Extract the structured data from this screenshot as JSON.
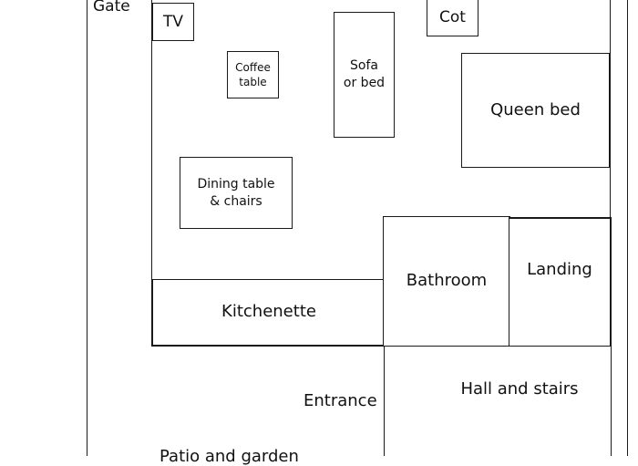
{
  "plan": {
    "labels": {
      "gate": "Gate",
      "tv": "TV",
      "cot": "Cot",
      "coffee_table_line1": "Coffee",
      "coffee_table_line2": "table",
      "sofa_line1": "Sofa",
      "sofa_line2": "or bed",
      "queen_bed": "Queen bed",
      "dining_line1": "Dining table",
      "dining_line2": "& chairs",
      "kitchenette": "Kitchenette",
      "bathroom": "Bathroom",
      "landing": "Landing",
      "entrance": "Entrance",
      "hall_and_stairs": "Hall and stairs",
      "patio_and_garden": "Patio and garden"
    }
  }
}
